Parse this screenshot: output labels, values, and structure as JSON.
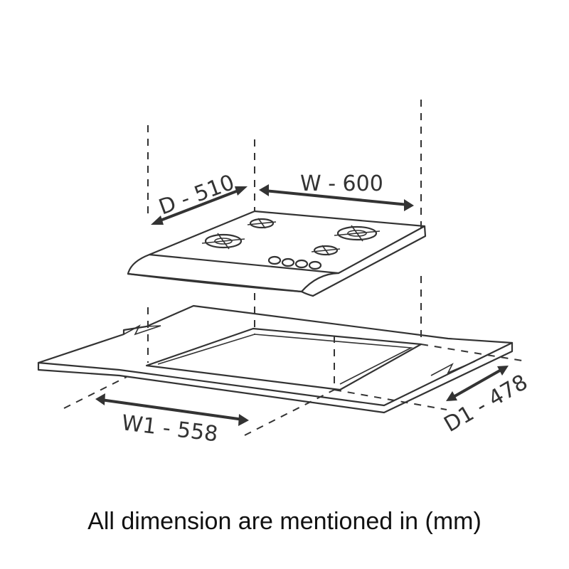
{
  "dimensions": {
    "depth": "D - 510",
    "width": "W - 600",
    "cutout_width": "W1 - 558",
    "cutout_depth": "D1 - 478"
  },
  "caption": "All dimension are mentioned in (mm)",
  "colors": {
    "line": "#333333",
    "caption": "#111111"
  }
}
